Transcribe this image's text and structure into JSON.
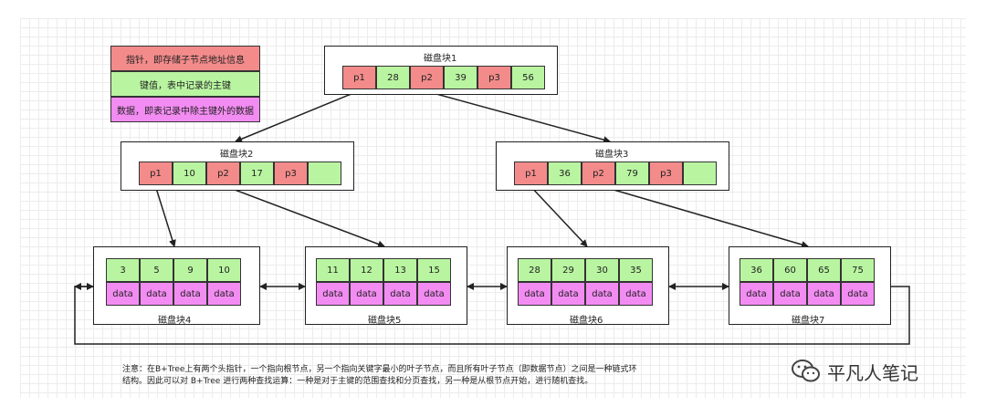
{
  "legend": [
    {
      "text": "指针，即存储子节点地址信息",
      "color": "#f38b8b"
    },
    {
      "text": "键值，表中记录的主键",
      "color": "#b9f5a1"
    },
    {
      "text": "数据，即表记录中除主键外的数据",
      "color": "#f38cf2"
    }
  ],
  "blocks": {
    "b1": {
      "title": "磁盘块1",
      "cells": [
        "p1",
        "28",
        "p2",
        "39",
        "p3",
        "56"
      ]
    },
    "b2": {
      "title": "磁盘块2",
      "cells": [
        "p1",
        "10",
        "p2",
        "17",
        "p3",
        ""
      ]
    },
    "b3": {
      "title": "磁盘块3",
      "cells": [
        "p1",
        "36",
        "p2",
        "79",
        "p3",
        ""
      ]
    },
    "b4": {
      "title": "磁盘块4",
      "keys": [
        "3",
        "5",
        "9",
        "10"
      ],
      "data": [
        "data",
        "data",
        "data",
        "data"
      ]
    },
    "b5": {
      "title": "磁盘块5",
      "keys": [
        "11",
        "12",
        "13",
        "15"
      ],
      "data": [
        "data",
        "data",
        "data",
        "data"
      ]
    },
    "b6": {
      "title": "磁盘块6",
      "keys": [
        "28",
        "29",
        "30",
        "35"
      ],
      "data": [
        "data",
        "data",
        "data",
        "data"
      ]
    },
    "b7": {
      "title": "磁盘块7",
      "keys": [
        "36",
        "60",
        "65",
        "75"
      ],
      "data": [
        "data",
        "data",
        "data",
        "data"
      ]
    }
  },
  "note": {
    "line1": "注意：在B+Tree上有两个头指针，一个指向根节点，另一个指向关键字最小的叶子节点，而且所有叶子节点（即数据节点）之间是一种链式环",
    "line2": "结构。因此可以对 B+Tree 进行两种查找运算：一种是对于主键的范围查找和分页查找，另一种是从根节点开始，进行随机查找。"
  },
  "brand": {
    "name": "平凡人笔记"
  }
}
